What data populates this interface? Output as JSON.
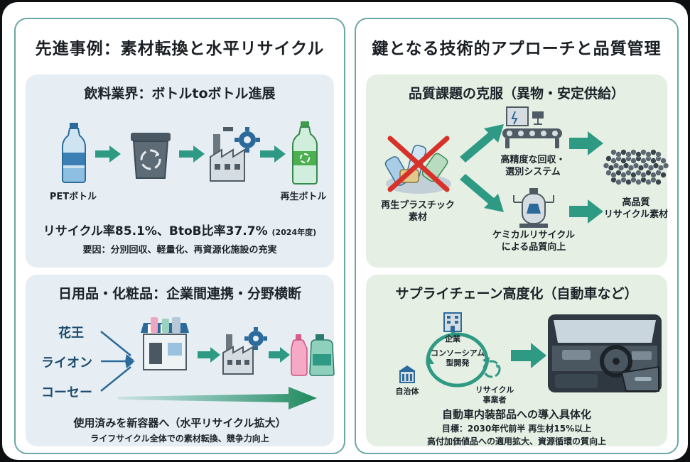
{
  "left_panel": {
    "title": "先進事例：素材転換と水平リサイクル",
    "beverage": {
      "title": "飲料業界：ボトルtoボトル進展",
      "pet_label": "PETボトル",
      "recycled_label": "再生ボトル",
      "stat_main": "リサイクル率85.1%、BtoB比率37.7%",
      "stat_year": "(2024年度)",
      "factors": "要因：分別回収、軽量化、再資源化施設の充実"
    },
    "daily": {
      "title": "日用品・化粧品：企業間連携・分野横断",
      "companies": [
        "花王",
        "ライオン",
        "コーセー"
      ],
      "caption_main": "使用済みを新容器へ（水平リサイクル拡大）",
      "caption_sub": "ライフサイクル全体での素材転換、競争力向上"
    }
  },
  "right_panel": {
    "title": "鍵となる技術的アプローチと品質管理",
    "quality": {
      "title": "品質課題の克服（異物・安定供給）",
      "input_label_1": "再生プラスチック",
      "input_label_2": "素材",
      "sorting_label_1": "高精度な回収・",
      "sorting_label_2": "選別システム",
      "chemical_label_1": "ケミカルリサイクル",
      "chemical_label_2": "による品質向上",
      "output_label_1": "高品質",
      "output_label_2": "リサイクル素材"
    },
    "supply": {
      "title": "サプライチェーン高度化（自動車など）",
      "node_company": "企業",
      "node_government": "自治体",
      "node_recycler_1": "リサイクル",
      "node_recycler_2": "事業者",
      "center_1": "コンソーシアム",
      "center_2": "型開発",
      "caption_main": "自動車内装部品への導入具体化",
      "target": "目標：2030年代前半 再生材15%以上",
      "caption_sub": "高付加価値品への適用拡大、資源循環の質向上"
    }
  },
  "colors": {
    "panel_border": "#6aa7a6",
    "blue_card": "#e6eef3",
    "green_card": "#e5efe4",
    "arrow_teal": "#2f9a84"
  }
}
